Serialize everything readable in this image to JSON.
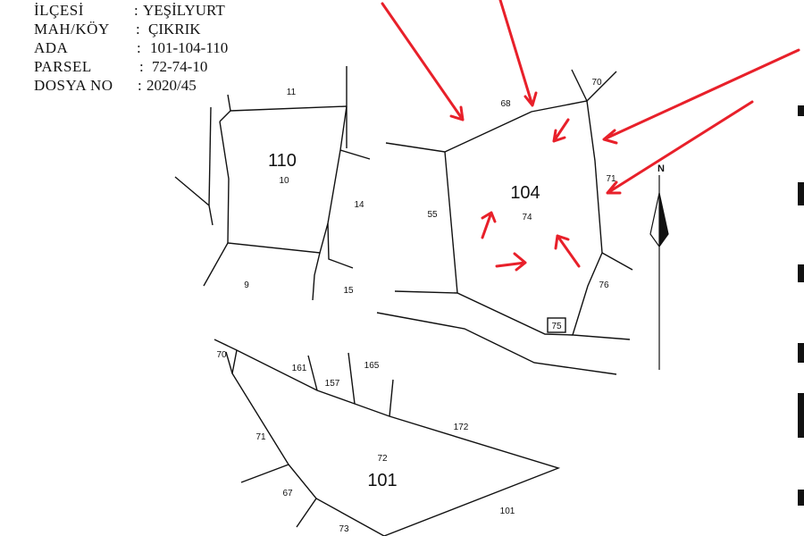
{
  "header": {
    "top_cut": "…",
    "rows": [
      {
        "label": "İLÇESİ",
        "sep": ":",
        "value": "YEŞİLYURT"
      },
      {
        "label": "MAH/KÖY",
        "sep": ":",
        "value": "ÇIKRIK"
      },
      {
        "label": "ADA",
        "sep": ":",
        "value": "101-104-110"
      },
      {
        "label": "PARSEL",
        "sep": ":",
        "value": "72-74-10"
      },
      {
        "label": "DOSYA NO",
        "sep": ":",
        "value": "2020/45"
      }
    ]
  },
  "map": {
    "blocks": [
      {
        "id": "110",
        "parcel": "10"
      },
      {
        "id": "104",
        "parcel": "74"
      },
      {
        "id": "101",
        "parcel": "72"
      }
    ],
    "neighbor_labels": {
      "n11": "11",
      "n9": "9",
      "n14": "14",
      "n15": "15",
      "n55": "55",
      "n68": "68",
      "n70a": "70",
      "n71a": "71",
      "n76": "76",
      "n75": "75",
      "n70b": "70",
      "n161": "161",
      "n157": "157",
      "n165": "165",
      "n172": "172",
      "n71b": "71",
      "n67": "67",
      "n73": "73",
      "n101": "101"
    },
    "north_label": "N",
    "arrow_color": "#e8202a"
  }
}
